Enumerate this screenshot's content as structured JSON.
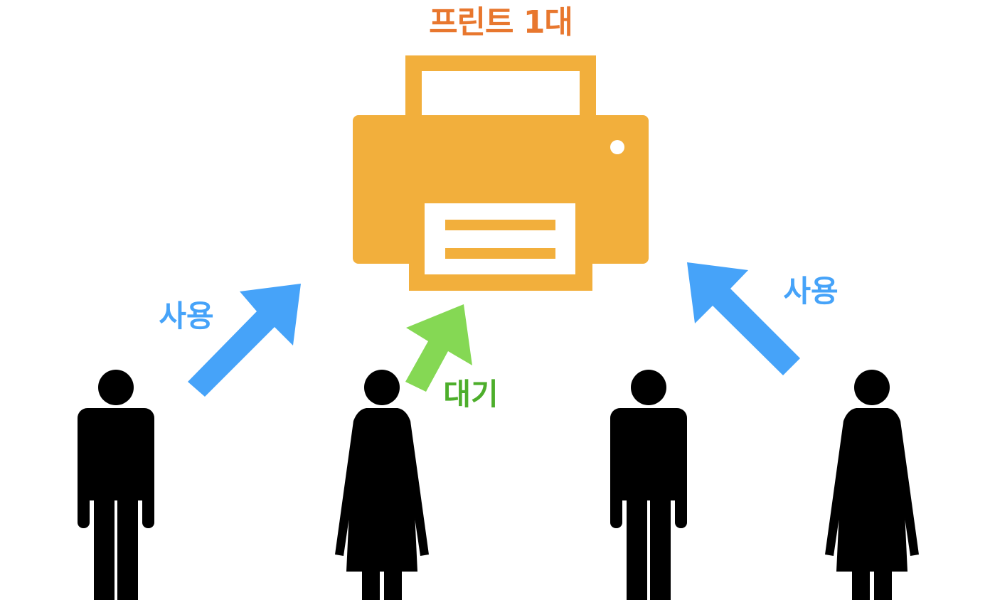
{
  "title": "프린트 1대",
  "labels": {
    "use_left": "사용",
    "use_right": "사용",
    "wait": "대기"
  },
  "colors": {
    "printer": "#F2AF3C",
    "title": "#E8772E",
    "use_arrow": "#46A3F9",
    "use_label": "#46A3F9",
    "wait_arrow": "#85D854",
    "wait_label": "#4DAE2B",
    "person": "#000000"
  },
  "icons": {
    "printer": "printer-icon",
    "man": "man-icon",
    "woman": "woman-icon"
  },
  "people": [
    {
      "type": "man",
      "status": "use"
    },
    {
      "type": "woman",
      "status": "wait"
    },
    {
      "type": "man",
      "status": "none"
    },
    {
      "type": "woman",
      "status": "use"
    }
  ]
}
